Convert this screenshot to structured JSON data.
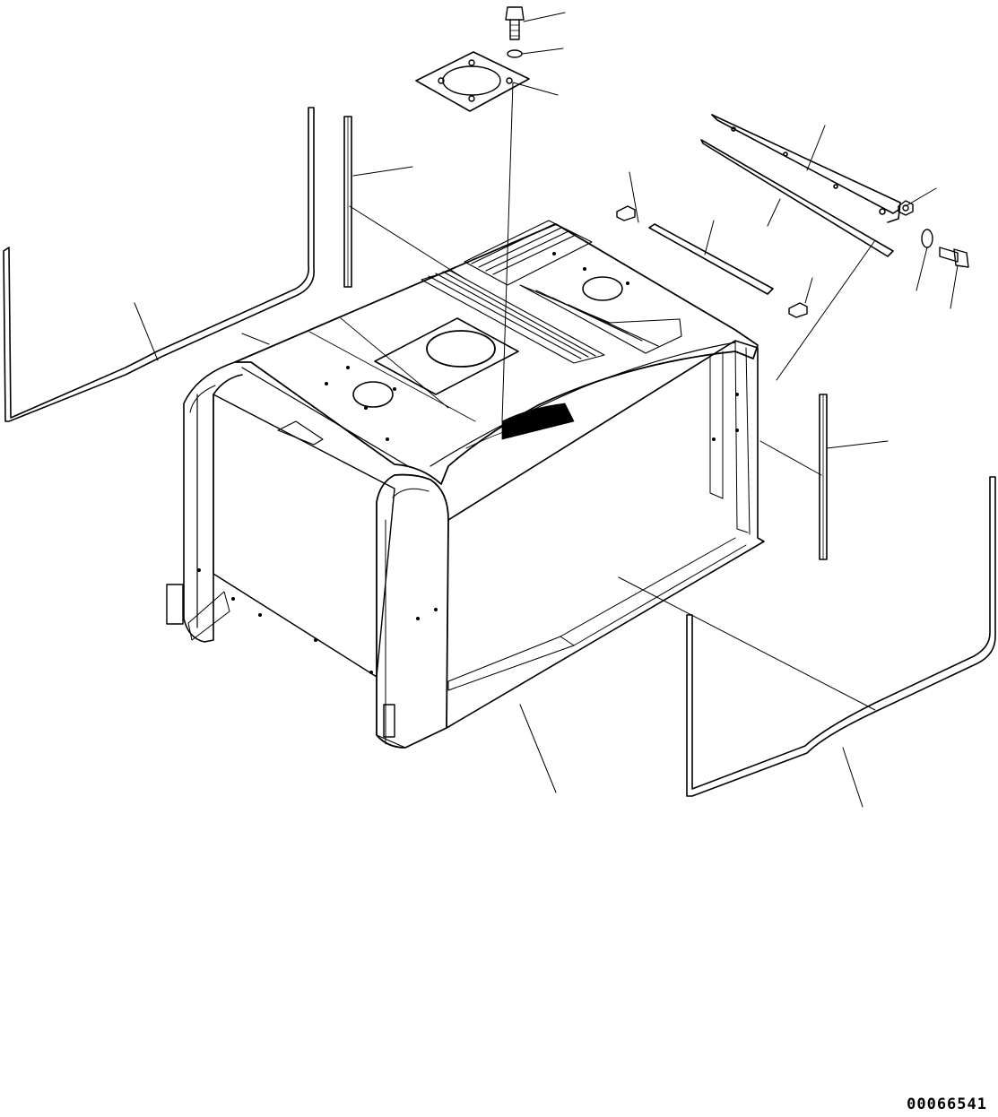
{
  "drawing": {
    "drawing_number": "00066541",
    "line_color": "#000000",
    "background_color": "#ffffff",
    "parts": [
      {
        "name": "hood-assembly",
        "icon": "hood-icon"
      },
      {
        "name": "cover-plate",
        "icon": "plate-icon"
      },
      {
        "name": "bolt",
        "icon": "bolt-icon"
      },
      {
        "name": "washer",
        "icon": "washer-icon"
      },
      {
        "name": "side-seal-left",
        "icon": "seal-icon"
      },
      {
        "name": "side-seal-right",
        "icon": "seal-icon"
      },
      {
        "name": "vertical-seal-left",
        "icon": "seal-icon"
      },
      {
        "name": "vertical-seal-right",
        "icon": "seal-icon"
      },
      {
        "name": "rear-bracket",
        "icon": "bracket-icon"
      },
      {
        "name": "rubber-strip",
        "icon": "strip-icon"
      },
      {
        "name": "cushion-block",
        "icon": "block-icon"
      },
      {
        "name": "nut",
        "icon": "nut-icon"
      },
      {
        "name": "washer-small",
        "icon": "washer-icon"
      },
      {
        "name": "bolt-small",
        "icon": "bolt-icon"
      }
    ]
  }
}
